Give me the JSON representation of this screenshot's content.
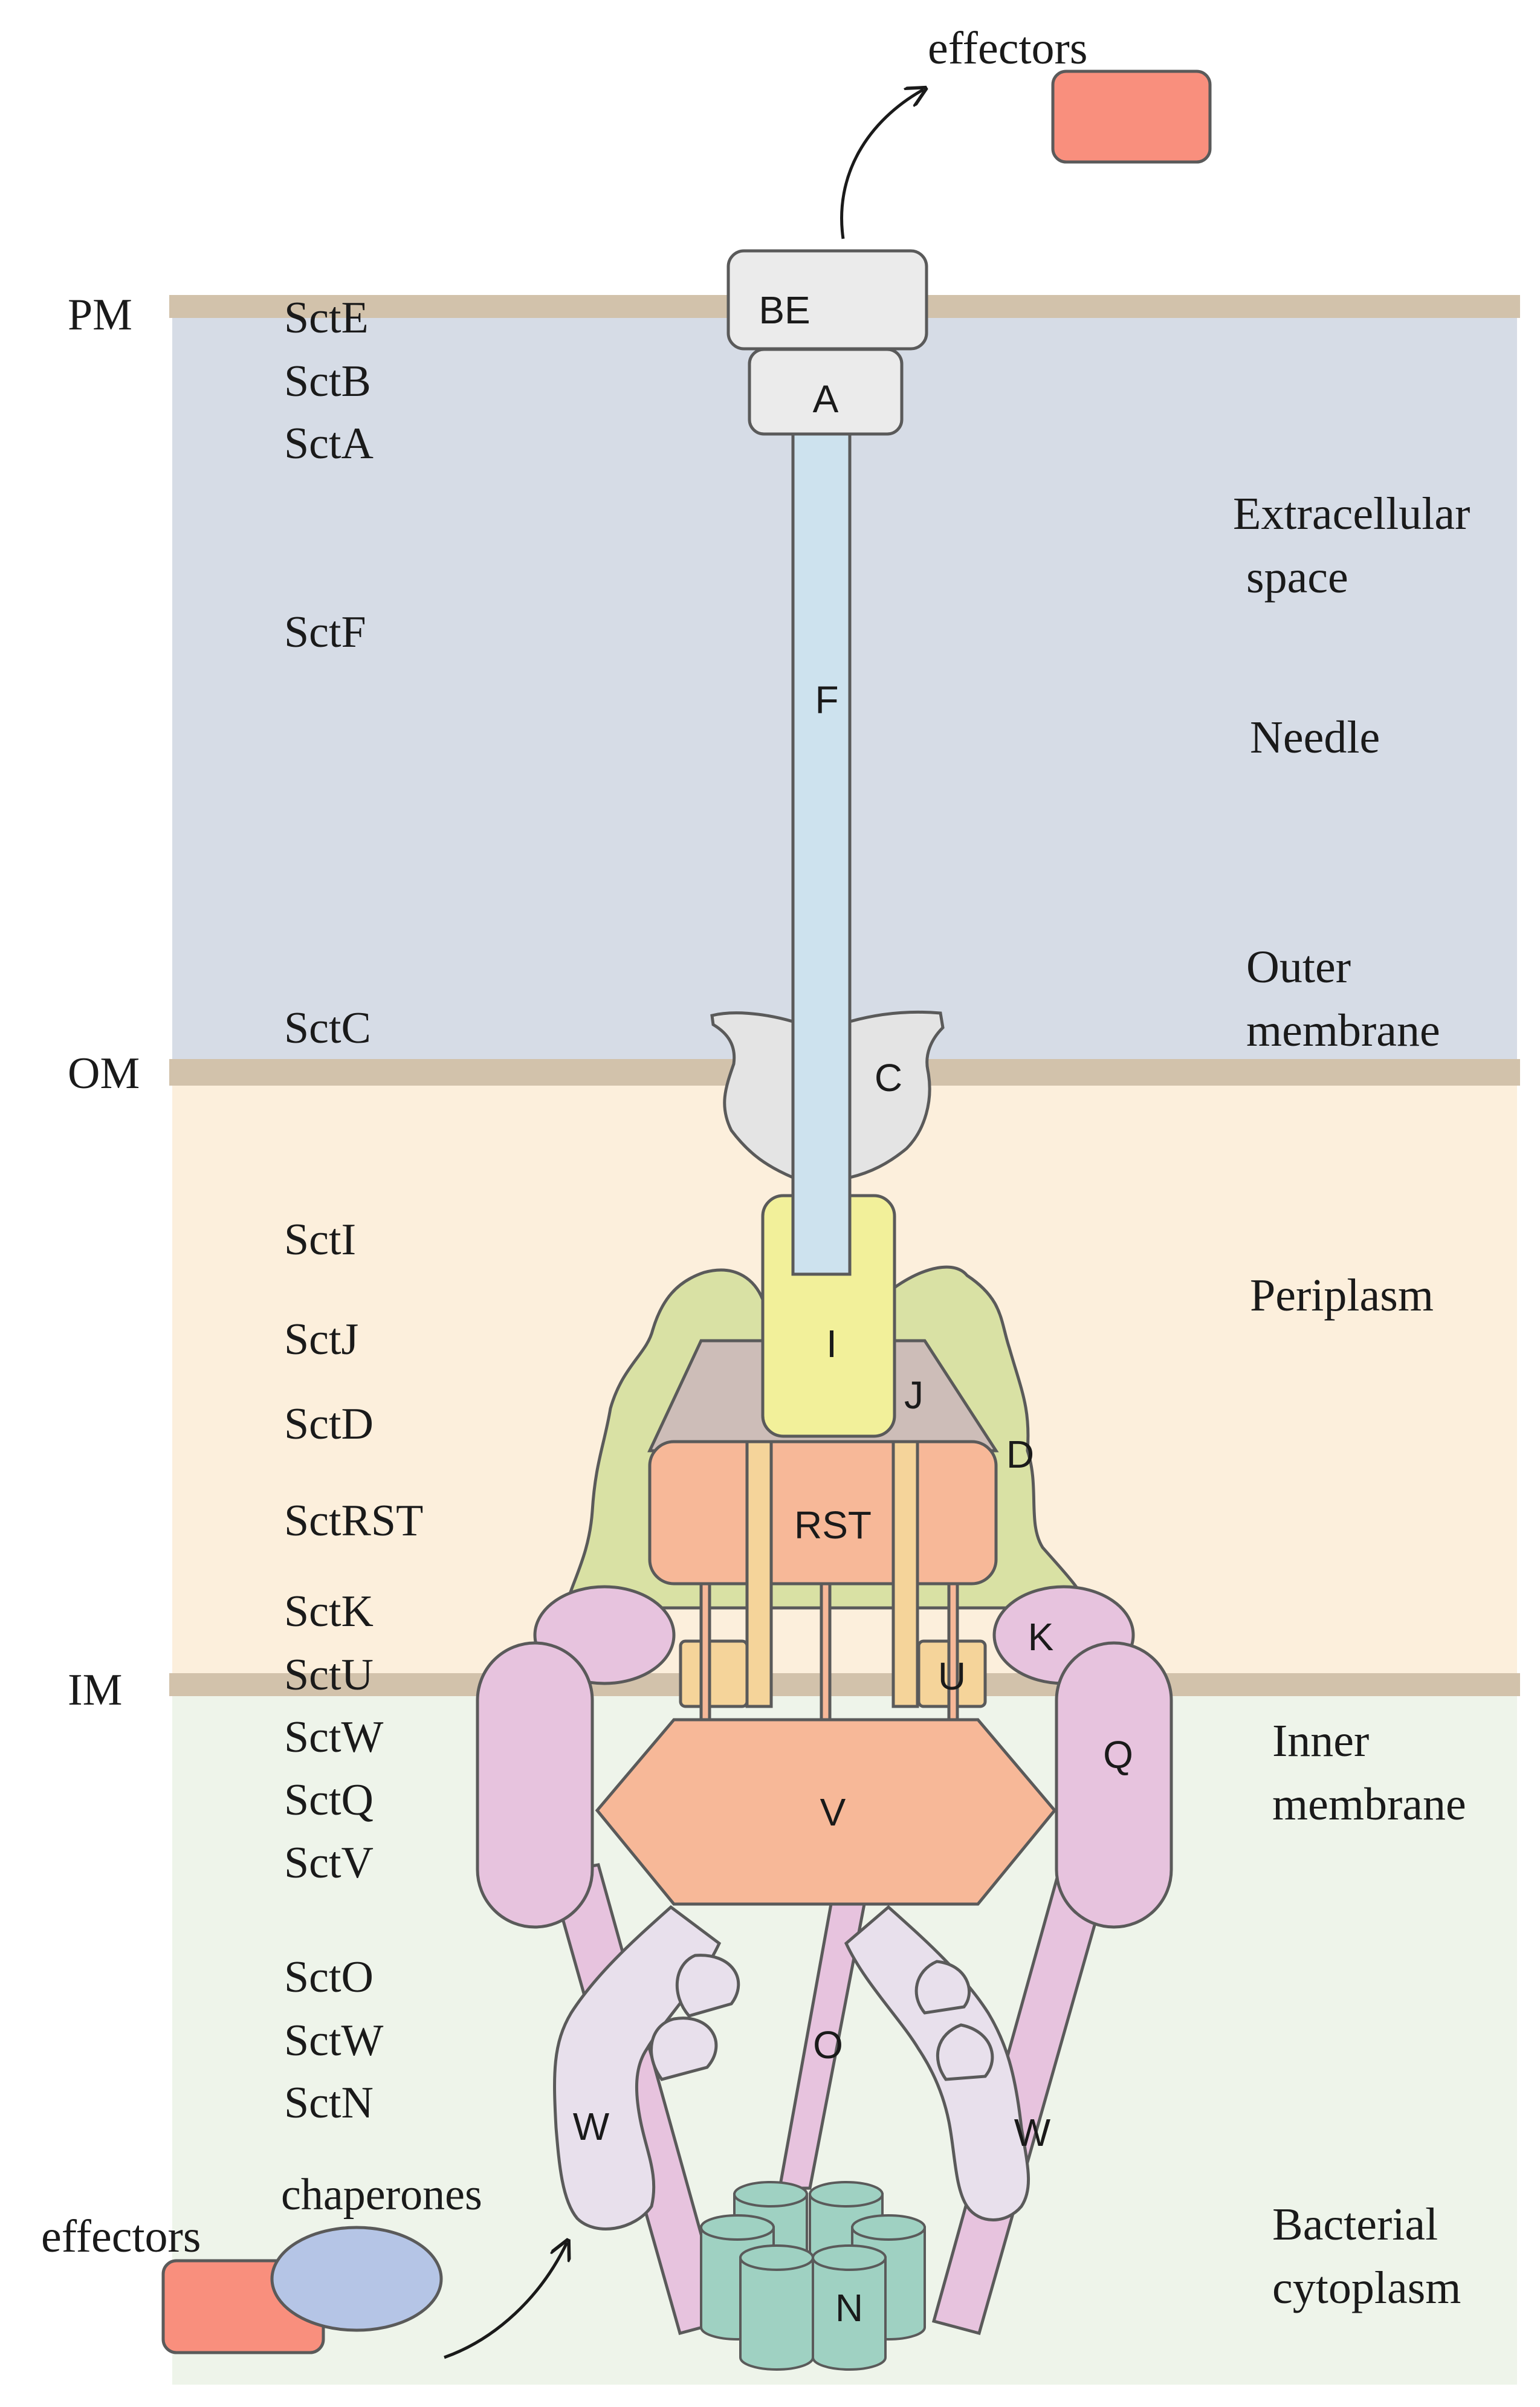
{
  "membranes": {
    "pm": "PM",
    "om": "OM",
    "im": "IM"
  },
  "protein_list": {
    "scte": "SctE",
    "sctb": "SctB",
    "scta": "SctA",
    "sctf": "SctF",
    "sctc": "SctC",
    "scti": "SctI",
    "sctj": "SctJ",
    "sctd": "SctD",
    "sctrst": "SctRST",
    "sctk": "SctK",
    "sctu": "SctU",
    "sctw1": "SctW",
    "sctq": "SctQ",
    "sctv": "SctV",
    "scto": "SctO",
    "sctw2": "SctW",
    "sctn": "SctN",
    "chaperones": "chaperones"
  },
  "regions": {
    "extracellular_1": "Extracellular",
    "extracellular_2": "space",
    "needle": "Needle",
    "outer_membrane_1": "Outer",
    "outer_membrane_2": "membrane",
    "periplasm": "Periplasm",
    "inner_membrane_1": "Inner",
    "inner_membrane_2": "membrane",
    "cytoplasm_1": "Bacterial",
    "cytoplasm_2": "cytoplasm"
  },
  "effectors": {
    "top": "effectors",
    "bottom": "effectors"
  },
  "components": {
    "be": "BE",
    "a": "A",
    "f": "F",
    "c": "C",
    "i": "I",
    "j": "J",
    "d": "D",
    "rst": "RST",
    "k": "K",
    "u": "U",
    "q": "Q",
    "v": "V",
    "o": "O",
    "w_left": "W",
    "w_right": "W",
    "n": "N"
  },
  "colors": {
    "extracellular": "#d6dce6",
    "periplasm": "#fcefdc",
    "cytoplasm": "#eef4ea",
    "membrane": "#d2c2ab",
    "needle": "#cde2ee",
    "tip_pore": "#ebebeb",
    "secretin": "#e4e4e4",
    "inner_rod": "#f2f09a",
    "sctj": "#cdbdb8",
    "sctd": "#d9e1a4",
    "export_apparatus": "#f7b898",
    "sctk_sctq": "#e7c3de",
    "sctu": "#f5d49a",
    "sctw": "#e8e0ec",
    "atpase": "#9fd1c2",
    "effector": "#f98f7d",
    "chaperone": "#b5c5e6"
  }
}
